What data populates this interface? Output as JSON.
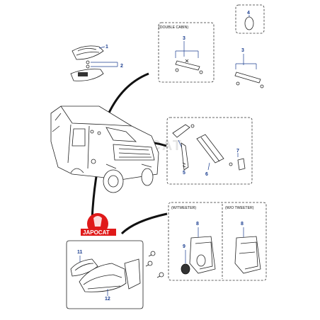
{
  "callouts": {
    "c1": "1",
    "c2": "2",
    "c3a": "3",
    "c3b": "3",
    "c4": "4",
    "c5": "5",
    "c6": "6",
    "c7": "7",
    "c8a": "8",
    "c8b": "8",
    "c9": "9",
    "c11": "11",
    "c12": "12"
  },
  "captions": {
    "double_cabin": "(DOUBLE CABIN)",
    "w_tweeter": "(W/TWEETER)",
    "wo_tweeter": "(W/O TWEETER)"
  },
  "watermark": {
    "brand": "JAPOCAT",
    "ghost": "JAPOCAT"
  }
}
